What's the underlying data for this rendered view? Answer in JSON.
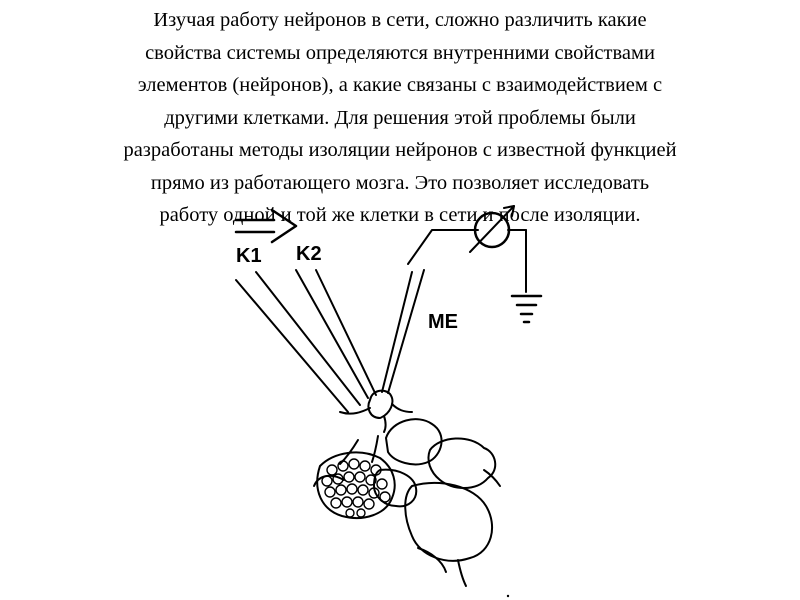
{
  "text_lines": [
    "Изучая работу нейронов в сети, сложно различить какие",
    "свойства системы определяются внутренними свойствами",
    "элементов (нейронов), а какие связаны с взаимодействием с",
    "другими клетками. Для решения этой проблемы были",
    "разработаны методы изоляции нейронов с известной функцией",
    "прямо из работающего мозга. Это позволяет исследовать",
    "работу одной и той же клетки в сети и после изоляции."
  ],
  "diagram": {
    "label_k1": "K1",
    "label_k2": "K2",
    "label_me": "ME"
  }
}
